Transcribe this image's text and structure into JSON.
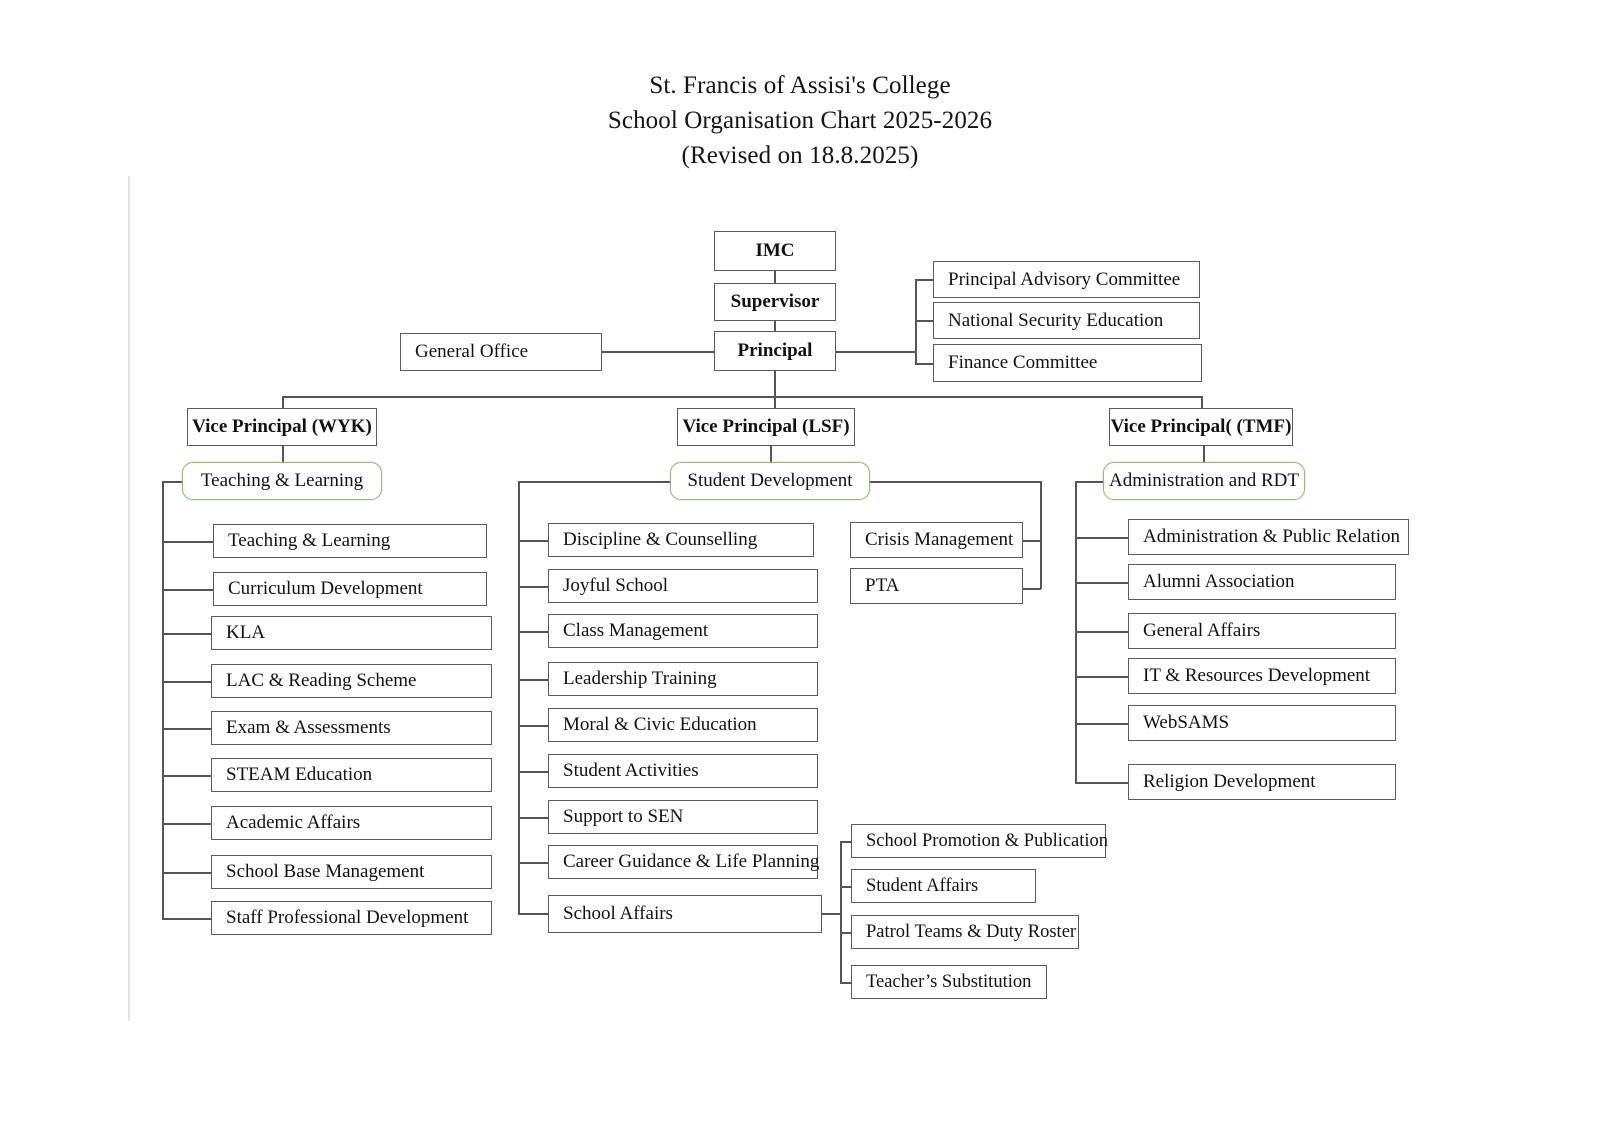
{
  "title": {
    "line1": "St. Francis of Assisi's College",
    "line2": "School Organisation Chart 2025-2026",
    "line3": "(Revised on 18.8.2025)"
  },
  "colors": {
    "box_border": "#5a5a5a",
    "green_border": "#8bbf6e",
    "text": "#111111",
    "page_rule": "#e3e3e3"
  },
  "top": {
    "imc": "IMC",
    "supervisor": "Supervisor",
    "principal": "Principal",
    "general_office": "General Office"
  },
  "committees": [
    {
      "label": "Principal Advisory Committee"
    },
    {
      "label": "National Security Education"
    },
    {
      "label": "Finance Committee"
    }
  ],
  "vice_principals": [
    {
      "label": "Vice Principal (WYK)"
    },
    {
      "label": "Vice Principal (LSF)"
    },
    {
      "label": "Vice Principal( (TMF)"
    }
  ],
  "divisions": [
    {
      "label": "Teaching & Learning"
    },
    {
      "label": "Student Development"
    },
    {
      "label": "Administration and RDT"
    }
  ],
  "teaching_learning_items": [
    {
      "label": "Teaching & Learning"
    },
    {
      "label": "Curriculum Development"
    },
    {
      "label": "KLA"
    },
    {
      "label": "LAC & Reading Scheme"
    },
    {
      "label": "Exam & Assessments"
    },
    {
      "label": "STEAM Education"
    },
    {
      "label": "Academic Affairs"
    },
    {
      "label": "School Base Management"
    },
    {
      "label": "Staff Professional Development"
    }
  ],
  "student_development_items": [
    {
      "label": "Discipline & Counselling"
    },
    {
      "label": "Joyful School"
    },
    {
      "label": "Class Management"
    },
    {
      "label": "Leadership Training"
    },
    {
      "label": "Moral & Civic Education"
    },
    {
      "label": "Student Activities"
    },
    {
      "label": "Support to SEN"
    },
    {
      "label": "Career Guidance & Life Planning"
    },
    {
      "label": "School Affairs"
    }
  ],
  "student_development_right_items": [
    {
      "label": "Crisis Management"
    },
    {
      "label": "PTA"
    }
  ],
  "school_affairs_items": [
    {
      "label": "School Promotion & Publication"
    },
    {
      "label": "Student Affairs"
    },
    {
      "label": "Patrol Teams & Duty Roster"
    },
    {
      "label": "Teacher’s Substitution"
    }
  ],
  "administration_items": [
    {
      "label": "Administration & Public Relation"
    },
    {
      "label": "Alumni Association"
    },
    {
      "label": "General Affairs"
    },
    {
      "label": "IT & Resources Development"
    },
    {
      "label": "WebSAMS"
    },
    {
      "label": "Religion Development"
    }
  ]
}
